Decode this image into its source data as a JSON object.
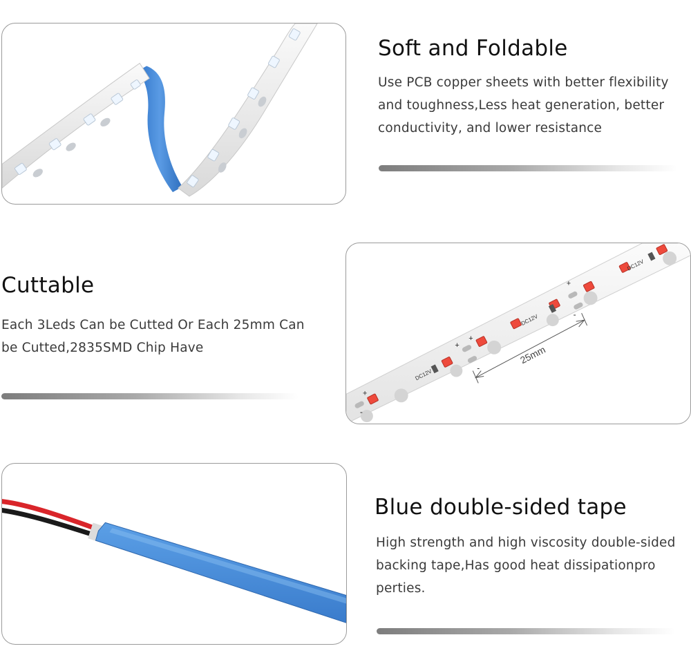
{
  "features": [
    {
      "title": "Soft and Foldable",
      "description": "Use PCB copper sheets with better flexibility and toughness,Less heat generation, better conductivity, and lower resistance"
    },
    {
      "title": "Cuttable",
      "description": "Each 3Leds Can be Cutted Or Each 25mm Can be Cutted,2835SMD Chip Have",
      "image_labels": {
        "distance": "25mm",
        "voltage": "DC12V",
        "plus": "+",
        "minus": "-"
      }
    },
    {
      "title": "Blue double-sided tape",
      "description": "High strength and high viscosity double-sided backing tape,Has good heat dissipationpro perties."
    }
  ],
  "colors": {
    "pcb_white": "#f2f2f2",
    "tape_blue": "#4a8fdc",
    "led_white": "#eef6ff",
    "led_red": "#ee4a3c",
    "wire_red": "#d9252a",
    "wire_black": "#1a1a1a"
  }
}
